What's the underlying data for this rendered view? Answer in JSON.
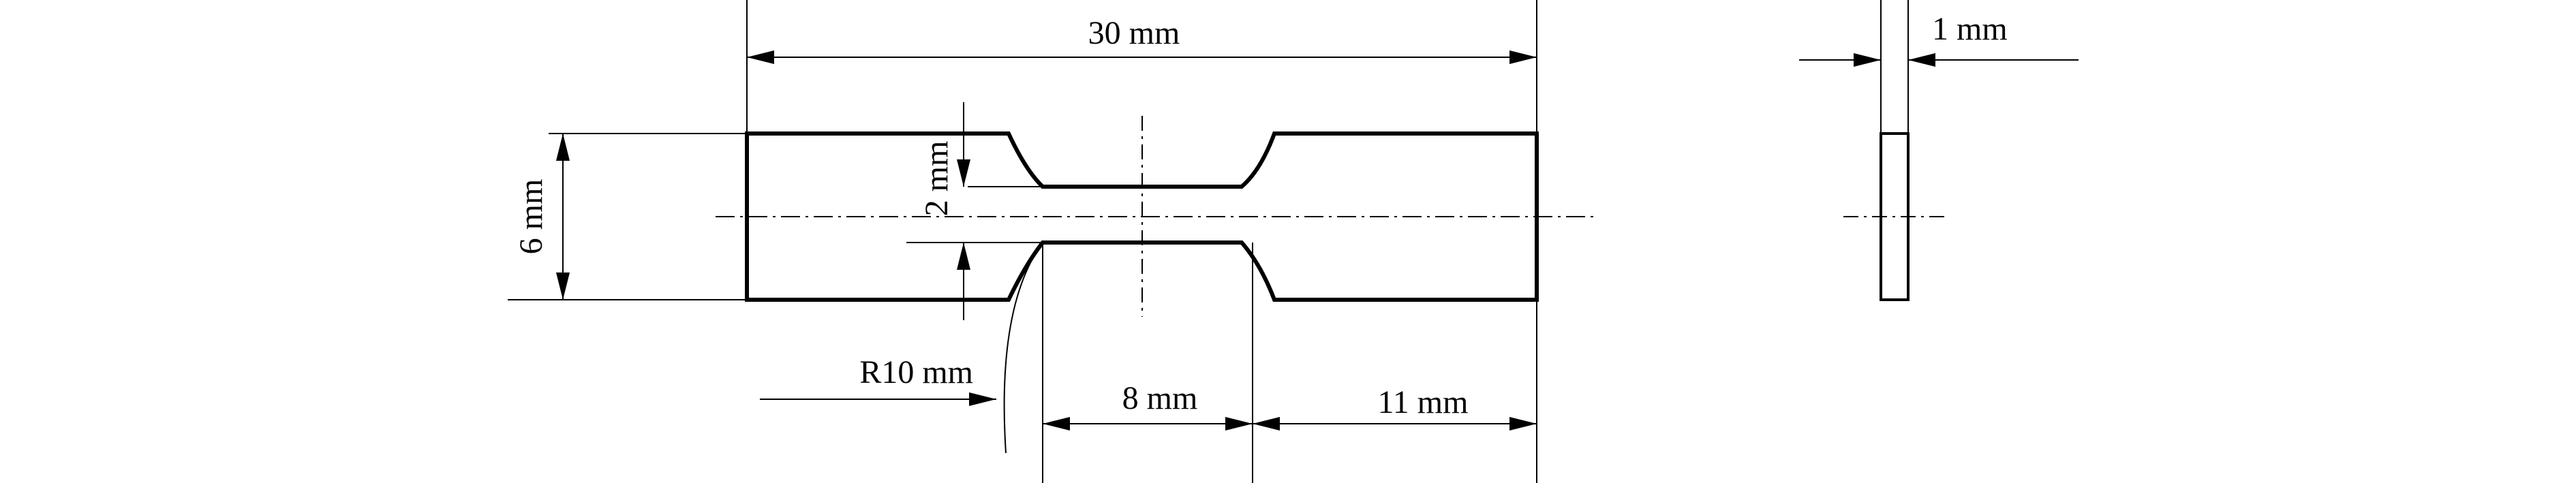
{
  "diagram": {
    "dimensions": {
      "total_length": "30 mm",
      "thickness": "1 mm",
      "width": "6 mm",
      "gauge_width": "2 mm",
      "fillet_radius": "R10 mm",
      "gauge_length": "8 mm",
      "grip_length": "11 mm"
    }
  }
}
